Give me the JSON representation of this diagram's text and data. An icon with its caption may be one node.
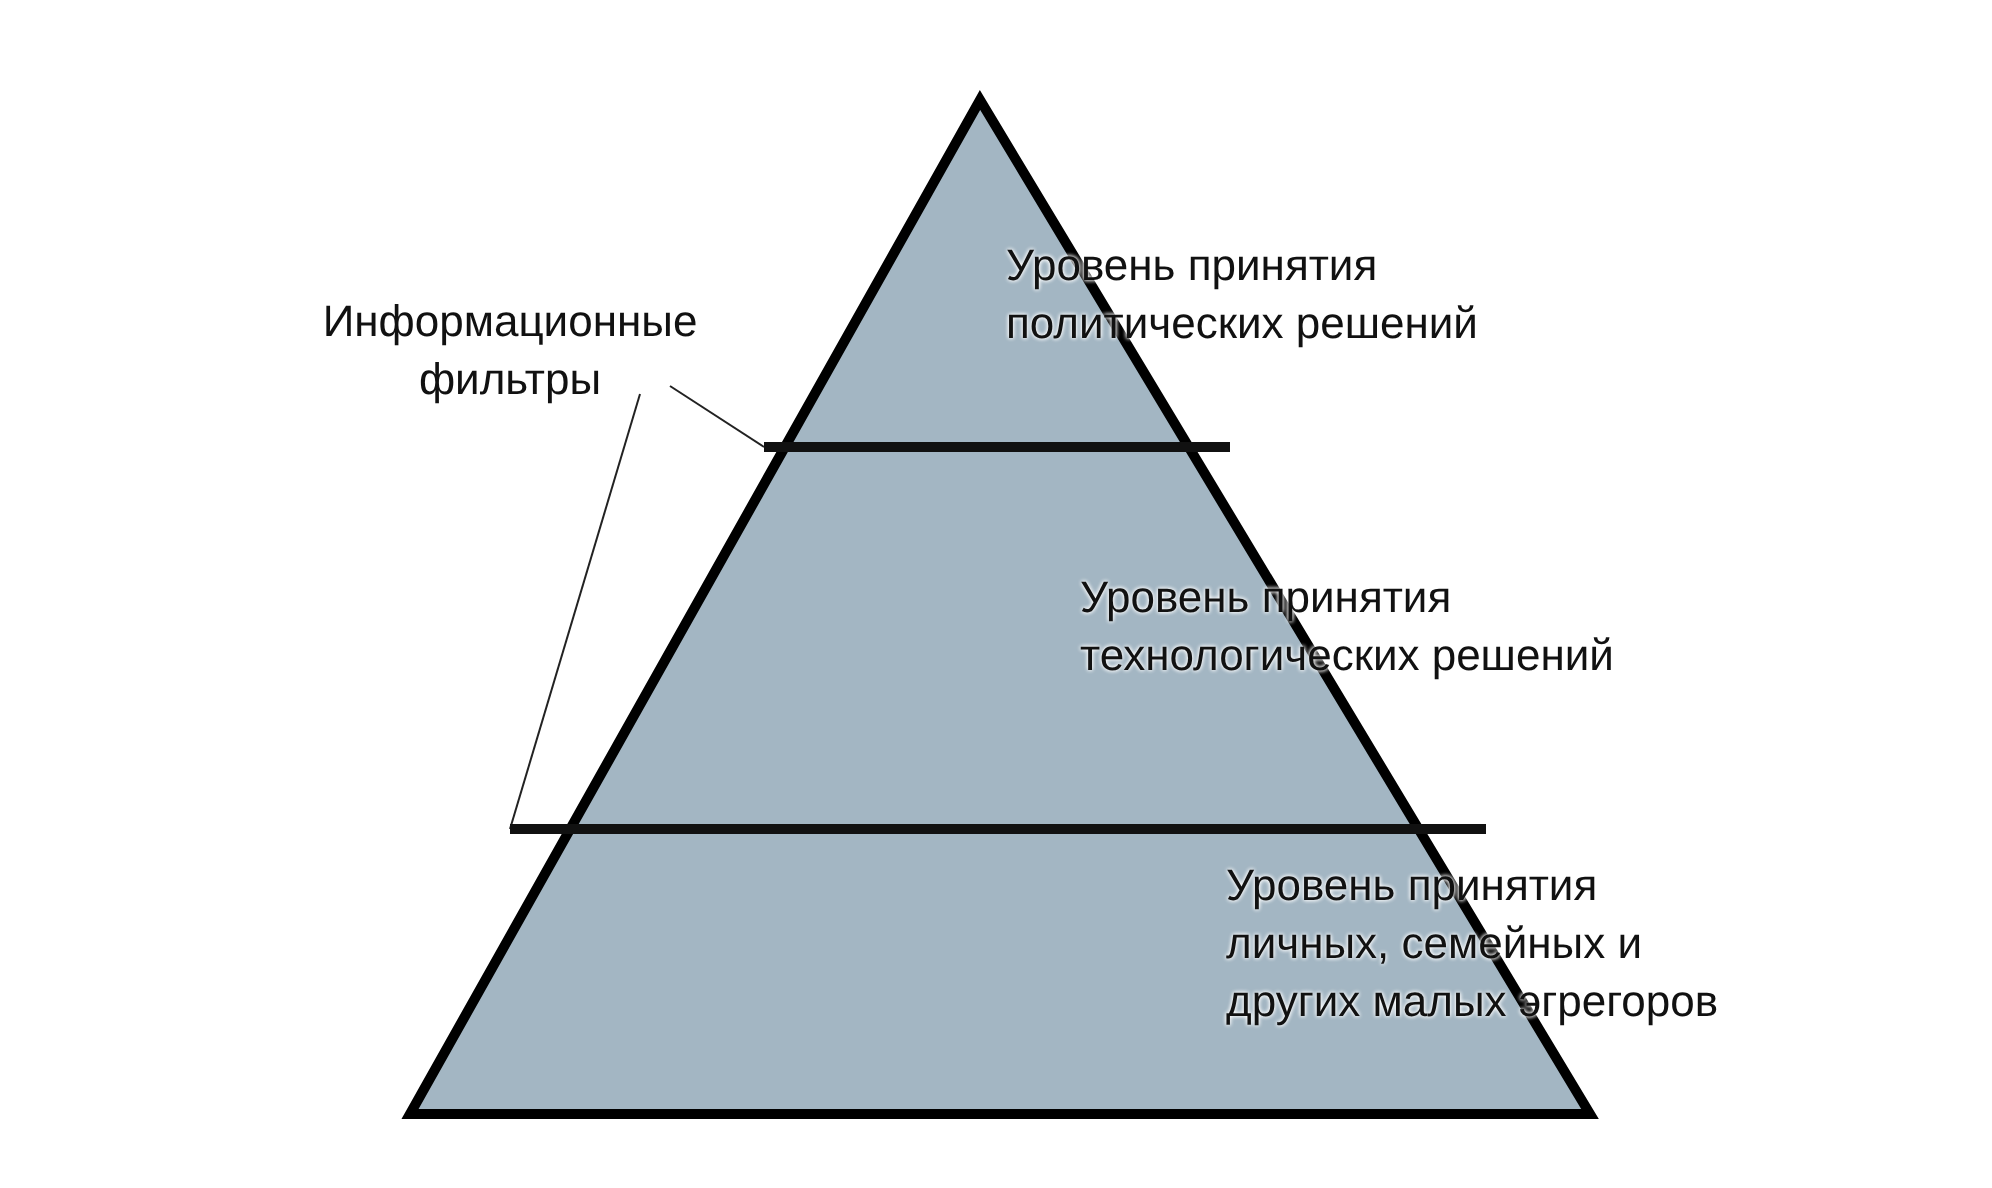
{
  "diagram": {
    "nodes": [
      {
        "text": [
          "Уровень принятия политических решений"
        ]
      },
      {
        "text": [
          "Уровень принятия технологических решений"
        ]
      },
      {
        "text": [
          "Уровень принятия личных, семейных и других малых эгрегоров"
        ]
      },
      {
        "text": [
          "Информационные фильтры"
        ]
      },
      {
        "text": [],
        "shape": "bar"
      },
      {
        "text": [],
        "shape": "bar"
      }
    ],
    "edges": [
      {
        "from": 3,
        "to": 4,
        "arrow": "none"
      },
      {
        "from": 3,
        "to": 5,
        "arrow": "none"
      }
    ]
  }
}
